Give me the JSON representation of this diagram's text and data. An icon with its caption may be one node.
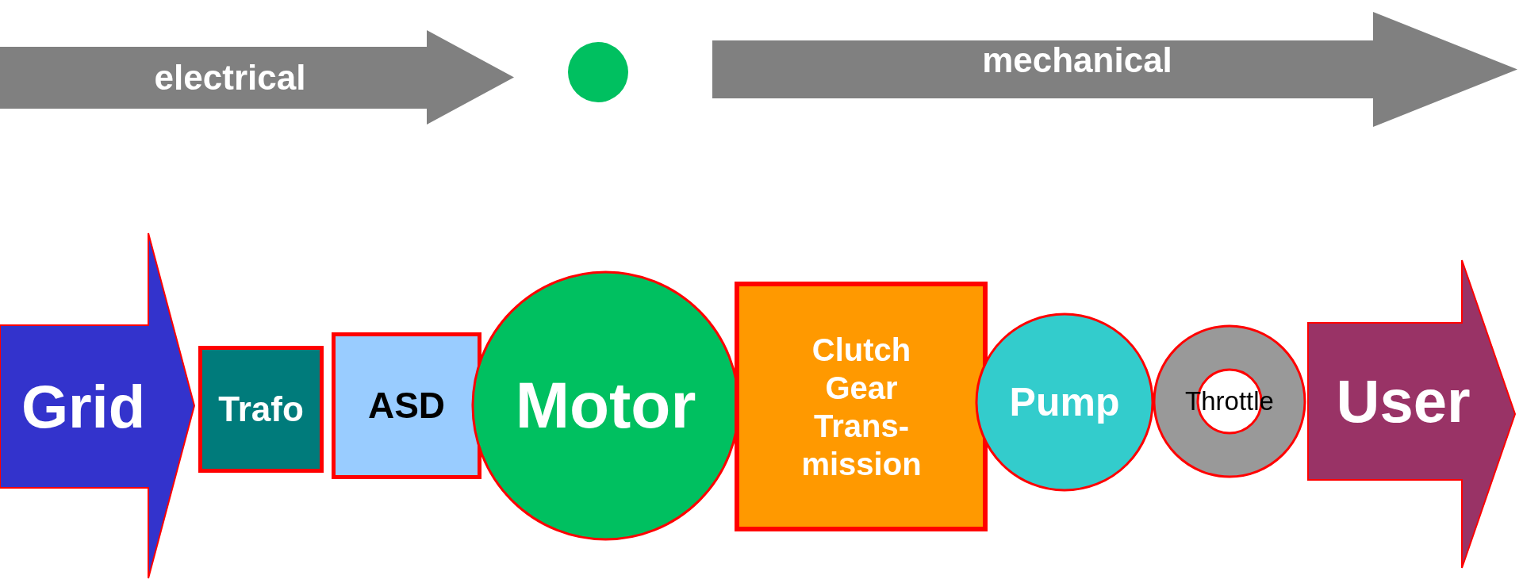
{
  "diagram": {
    "nodes": [
      {
        "text": [
          "electrical"
        ]
      },
      {
        "text": [],
        "shape": "circle"
      },
      {
        "text": [
          "mechanical"
        ]
      },
      {
        "text": [
          "Grid"
        ]
      },
      {
        "text": [
          "Trafo"
        ]
      },
      {
        "text": [
          "ASD"
        ]
      },
      {
        "text": [
          "Motor"
        ]
      },
      {
        "text": [
          "Clutch Gear Trans- mission"
        ]
      },
      {
        "text": [
          "Pump"
        ]
      },
      {
        "text": [
          "Throttle"
        ]
      },
      {
        "text": [
          "User"
        ]
      }
    ]
  }
}
